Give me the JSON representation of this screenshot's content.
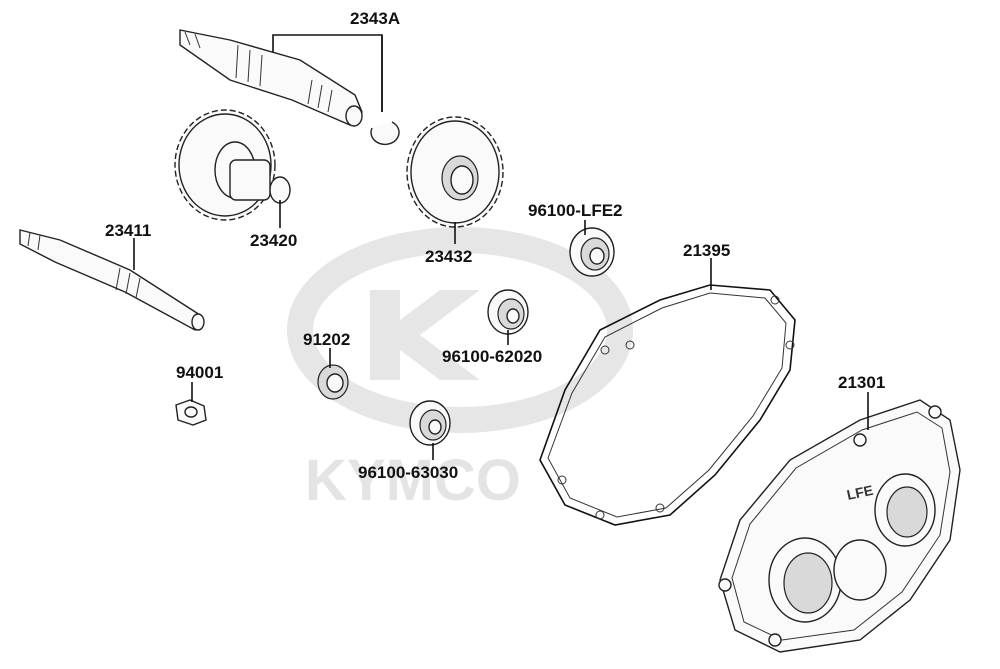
{
  "watermark": {
    "brand": "KYMCO"
  },
  "cover_text": "LFE",
  "labels": {
    "p2343A": "2343A",
    "p23411": "23411",
    "p23420": "23420",
    "p23432": "23432",
    "p96100_LFE2": "96100-LFE2",
    "p21395": "21395",
    "p91202": "91202",
    "p96100_62020": "96100-62020",
    "p94001": "94001",
    "p21301": "21301",
    "p96100_63030": "96100-63030"
  }
}
